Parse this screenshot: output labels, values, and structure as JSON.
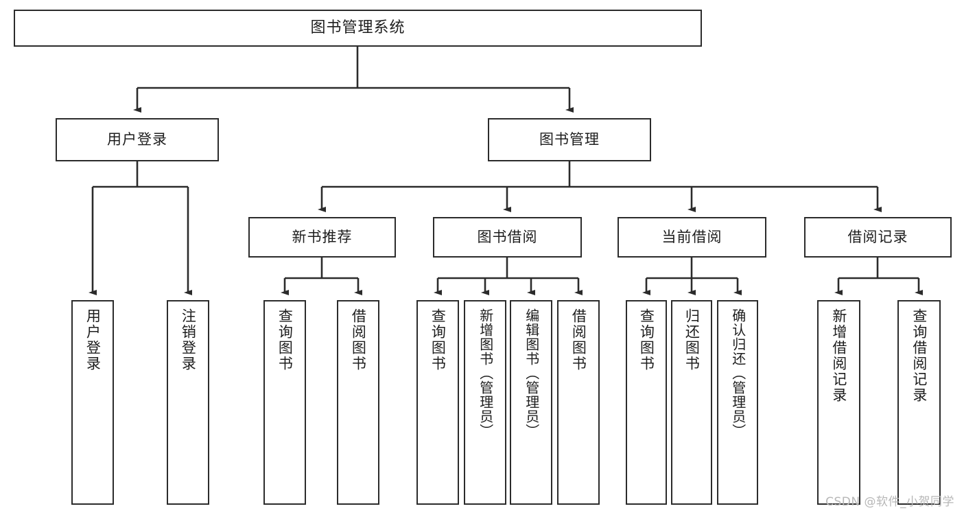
{
  "diagram": {
    "title": "图书管理系统",
    "type": "hierarchy-tree",
    "root": {
      "id": "root",
      "label": "图书管理系统"
    },
    "level1": [
      {
        "id": "user-login",
        "label": "用户登录"
      },
      {
        "id": "book-management",
        "label": "图书管理"
      }
    ],
    "level2": [
      {
        "id": "new-book-recommend",
        "label": "新书推荐",
        "parent": "book-management"
      },
      {
        "id": "book-borrow",
        "label": "图书借阅",
        "parent": "book-management"
      },
      {
        "id": "current-borrow",
        "label": "当前借阅",
        "parent": "book-management"
      },
      {
        "id": "borrow-record",
        "label": "借阅记录",
        "parent": "book-management"
      }
    ],
    "leaves": [
      {
        "id": "leaf-user-login",
        "label": "用户登录",
        "parent": "user-login"
      },
      {
        "id": "leaf-logout-login",
        "label": "注销登录",
        "parent": "user-login"
      },
      {
        "id": "leaf-query-book-1",
        "label": "查询图书",
        "parent": "new-book-recommend"
      },
      {
        "id": "leaf-borrow-book-1",
        "label": "借阅图书",
        "parent": "new-book-recommend"
      },
      {
        "id": "leaf-query-book-2",
        "label": "查询图书",
        "parent": "book-borrow"
      },
      {
        "id": "leaf-add-book",
        "label": "新增图书（管理员）",
        "parent": "book-borrow"
      },
      {
        "id": "leaf-edit-book",
        "label": "编辑图书（管理员）",
        "parent": "book-borrow"
      },
      {
        "id": "leaf-borrow-book-2",
        "label": "借阅图书",
        "parent": "book-borrow"
      },
      {
        "id": "leaf-query-book-3",
        "label": "查询图书",
        "parent": "current-borrow"
      },
      {
        "id": "leaf-return-book",
        "label": "归还图书",
        "parent": "current-borrow"
      },
      {
        "id": "leaf-confirm-return",
        "label": "确认归还（管理员）",
        "parent": "current-borrow"
      },
      {
        "id": "leaf-add-record",
        "label": "新增借阅记录",
        "parent": "borrow-record"
      },
      {
        "id": "leaf-query-record",
        "label": "查询借阅记录",
        "parent": "borrow-record"
      }
    ],
    "colors": {
      "stroke": "#2b2b2b",
      "fill": "#ffffff",
      "text": "#1d1d1d",
      "watermark": "#b7b7b7"
    }
  },
  "watermark": {
    "text": "CSDN @软件_小贺同学"
  }
}
